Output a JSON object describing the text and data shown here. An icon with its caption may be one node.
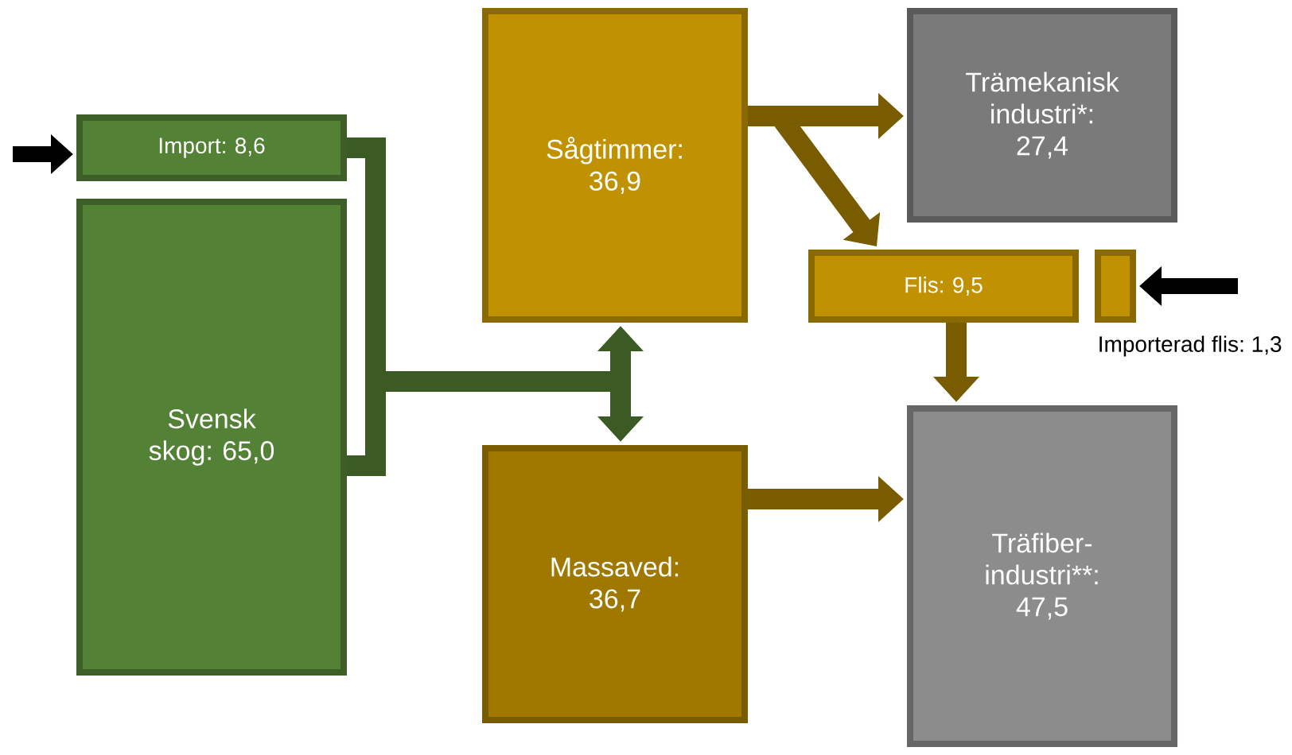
{
  "diagram": {
    "nodes": [
      {
        "text": [
          "Import: 8,6"
        ]
      },
      {
        "text": [
          "Svensk skog: 65,0"
        ]
      },
      {
        "text": [
          "Sågtimmer: 36,9"
        ]
      },
      {
        "text": [
          "Trämekanisk industri*: 27,4"
        ]
      },
      {
        "text": [
          "Flis: 9,5"
        ]
      },
      {
        "text": [],
        "shape": "box",
        "beside": [
          "Importerad flis: 1,3"
        ]
      },
      {
        "text": [
          "Massaved: 36,7"
        ]
      },
      {
        "text": [
          "Träfiber-industri**: 47,5"
        ]
      }
    ],
    "edges": [
      {
        "from": null,
        "to": 0,
        "arrow": "to",
        "color": "#000000"
      },
      {
        "from": 0,
        "to": 2,
        "arrow": "to",
        "color": "#3b5a24"
      },
      {
        "from": 0,
        "to": 6,
        "arrow": "to",
        "color": "#3b5a24"
      },
      {
        "from": 1,
        "to": 2,
        "arrow": "to",
        "color": "#3b5a24"
      },
      {
        "from": 1,
        "to": 6,
        "arrow": "to",
        "color": "#3b5a24"
      },
      {
        "from": 2,
        "to": 3,
        "arrow": "to",
        "color": "#7a5c00"
      },
      {
        "from": 2,
        "to": 4,
        "arrow": "to",
        "color": "#7a5c00"
      },
      {
        "from": null,
        "to": 5,
        "arrow": "to",
        "color": "#000000"
      },
      {
        "from": 4,
        "to": 7,
        "arrow": "to",
        "color": "#7a5c00"
      },
      {
        "from": 6,
        "to": 7,
        "arrow": "to",
        "color": "#7a5c00"
      }
    ]
  }
}
